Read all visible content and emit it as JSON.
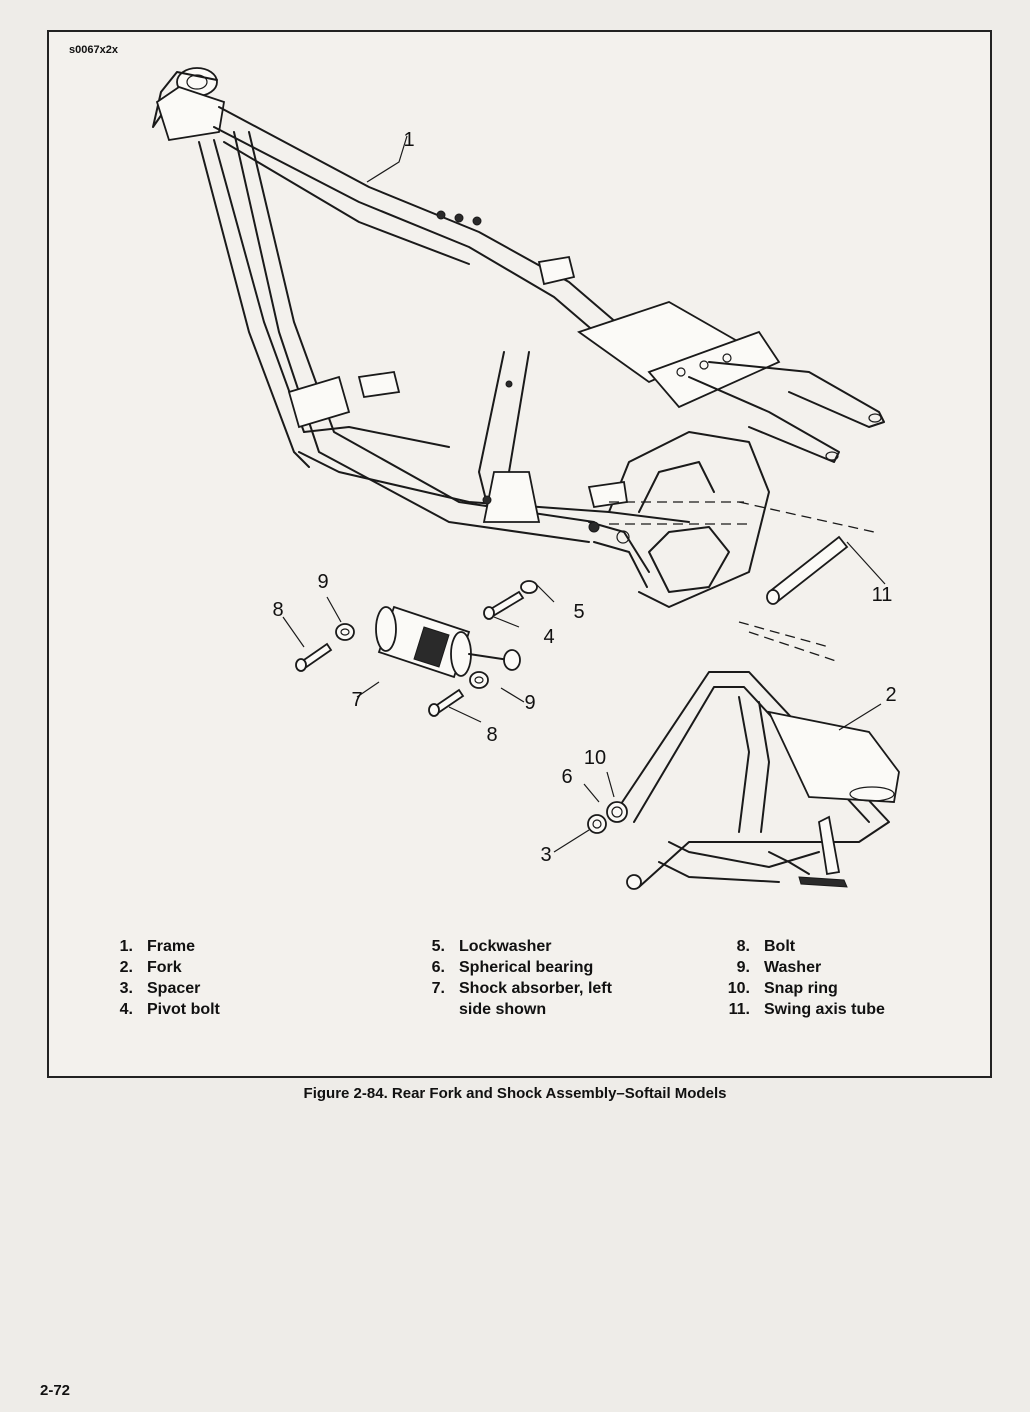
{
  "figure_id": "s0067x2x",
  "callouts": {
    "frame": "1",
    "fork": "2",
    "spacer": "3",
    "pivot_bolt": "4",
    "lockwasher": "5",
    "spherical_bearing": "6",
    "shock_absorber": "7",
    "bolt_upper": "8",
    "bolt_lower": "8",
    "washer_upper": "9",
    "washer_lower": "9",
    "snap_ring": "10",
    "swing_axis_tube": "11"
  },
  "legend": {
    "col1": [
      {
        "num": "1.",
        "text": "Frame"
      },
      {
        "num": "2.",
        "text": "Fork"
      },
      {
        "num": "3.",
        "text": "Spacer"
      },
      {
        "num": "4.",
        "text": "Pivot bolt"
      }
    ],
    "col2": [
      {
        "num": "5.",
        "text": "Lockwasher"
      },
      {
        "num": "6.",
        "text": "Spherical bearing"
      },
      {
        "num": "7.",
        "text": "Shock absorber, left\nside shown"
      }
    ],
    "col3": [
      {
        "num": "8.",
        "text": "Bolt"
      },
      {
        "num": "9.",
        "text": "Washer"
      },
      {
        "num": "10.",
        "text": "Snap ring"
      },
      {
        "num": "11.",
        "text": "Swing axis tube"
      }
    ]
  },
  "caption": "Figure 2-84. Rear Fork and Shock Assembly–Softail Models",
  "page_number": "2-72"
}
